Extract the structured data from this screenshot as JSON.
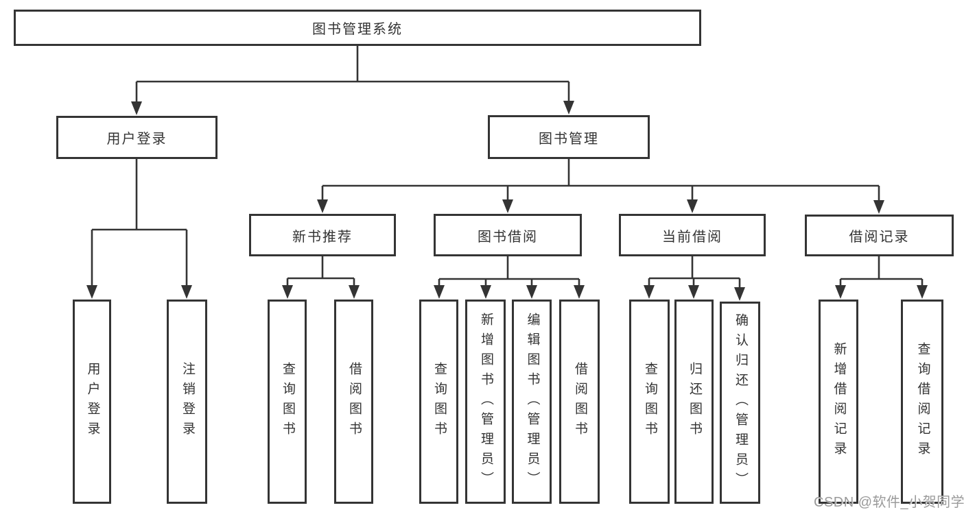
{
  "diagram": {
    "root": "图书管理系统",
    "branches": [
      {
        "label": "用户登录",
        "children": [
          "用户登录",
          "注销登录"
        ]
      },
      {
        "label": "图书管理",
        "children": [
          {
            "label": "新书推荐",
            "children": [
              "查询图书",
              "借阅图书"
            ]
          },
          {
            "label": "图书借阅",
            "children": [
              "查询图书",
              "新增图书（管理员）",
              "编辑图书（管理员）",
              "借阅图书"
            ]
          },
          {
            "label": "当前借阅",
            "children": [
              "查询图书",
              "归还图书",
              "确认归还（管理员）"
            ]
          },
          {
            "label": "借阅记录",
            "children": [
              "新增借阅记录",
              "查询借阅记录"
            ]
          }
        ]
      }
    ],
    "colors": {
      "line": "#343434",
      "text": "#333333",
      "watermark": "#9a9a9a"
    }
  },
  "watermark": {
    "text": "CSDN @软件_小贺同学"
  }
}
